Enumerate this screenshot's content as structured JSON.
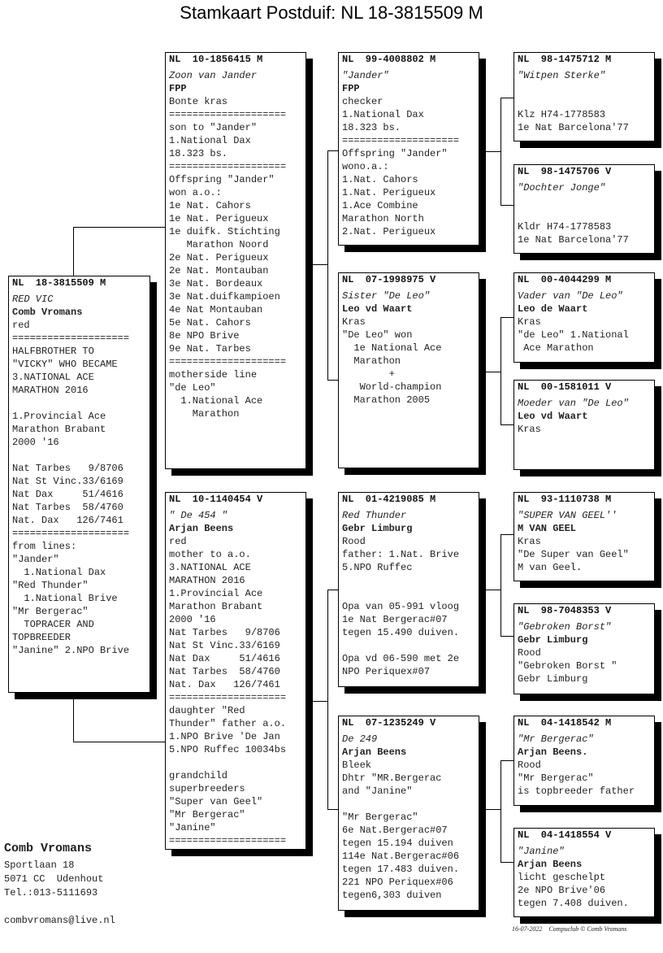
{
  "title": "Stamkaart Postduif: NL  18-3815509 M",
  "boxes": [
    {
      "ring": "NL  18-3815509 M",
      "name": "RED VIC",
      "owner": "Comb Vromans",
      "color": "red",
      "remarks": [
        "====================",
        "HALFBROTHER TO",
        "\"VICKY\" WHO BECAME",
        "3.NATIONAL ACE",
        "MARATHON 2016",
        "",
        "1.Provincial Ace",
        "Marathon Brabant",
        "2000 '16",
        "",
        "Nat Tarbes   9/8706",
        "Nat St Vinc.33/6169",
        "Nat Dax     51/4616",
        "Nat Tarbes  58/4760",
        "Nat. Dax   126/7461",
        "====================",
        "from lines:",
        "\"Jander\"",
        "  1.National Dax",
        "\"Red Thunder\"",
        "  1.National Brive",
        "\"Mr Bergerac\"",
        "  TOPRACER AND",
        "TOPBREEDER",
        "\"Janine\" 2.NPO Brive"
      ]
    },
    {
      "ring": "NL  10-1856415 M",
      "name": "Zoon van Jander",
      "owner": "FPP",
      "color": "Bonte kras",
      "remarks": [
        "====================",
        "son to \"Jander\"",
        "1.National Dax",
        "18.323 bs.",
        "====================",
        "Offspring \"Jander\"",
        "won a.o.:",
        "1e Nat. Cahors",
        "1e Nat. Perigueux",
        "1e duifk. Stichting",
        "   Marathon Noord",
        "2e Nat. Perigueux",
        "2e Nat. Montauban",
        "3e Nat. Bordeaux",
        "3e Nat.duifkampioen",
        "4e Nat Montauban",
        "5e Nat. Cahors",
        "8e NPO Brive",
        "9e Nat. Tarbes",
        "====================",
        "motherside line",
        "\"de Leo\"",
        "  1.National Ace",
        "    Marathon"
      ]
    },
    {
      "ring": "NL  10-1140454 V",
      "name": "\" De 454 \"",
      "owner": "Arjan Beens",
      "color": "red",
      "remarks": [
        "mother to a.o.",
        "3.NATIONAL ACE",
        "MARATHON 2016",
        "1.Provincial Ace",
        "Marathon Brabant",
        "2000 '16",
        "Nat Tarbes   9/8706",
        "Nat St Vinc.33/6169",
        "Nat Dax     51/4616",
        "Nat Tarbes  58/4760",
        "Nat. Dax   126/7461",
        "====================",
        "daughter \"Red",
        "Thunder\" father a.o.",
        "1.NPO Brive 'De Jan",
        "5.NPO Ruffec 10034bs",
        "",
        "grandchild",
        "superbreeders",
        "\"Super van Geel\"",
        "\"Mr Bergerac\"",
        "\"Janine\"",
        "===================="
      ]
    },
    {
      "ring": "NL  99-4008802 M",
      "name": "\"Jander\"",
      "owner": "FPP",
      "color": "checker",
      "remarks": [
        "1.National Dax",
        "18.323 bs.",
        "====================",
        "Offspring \"Jander\"",
        "wono.a.:",
        "1.Nat. Cahors",
        "1.Nat. Perigueux",
        "1.Ace Combine",
        "Marathon North",
        "2.Nat. Perigueux"
      ]
    },
    {
      "ring": "NL  07-1998975 V",
      "name": "Sister \"De Leo\"",
      "owner": "Leo vd Waart",
      "color": "Kras",
      "remarks": [
        "\"De Leo\" won",
        "  1e National Ace",
        "  Marathon",
        "        +",
        "   World-champion",
        "  Marathon 2005"
      ]
    },
    {
      "ring": "NL  01-4219085 M",
      "name": "Red Thunder",
      "owner": "Gebr Limburg",
      "color": "Rood",
      "remarks": [
        "father: 1.Nat. Brive",
        "5.NPO Ruffec",
        "",
        "",
        "Opa van 05-991 vloog",
        "1e Nat Bergerac#07",
        "tegen 15.490 duiven.",
        "",
        "Opa vd 06-590 met 2e",
        "NPO Periquex#07"
      ]
    },
    {
      "ring": "NL  07-1235249 V",
      "name": "De 249",
      "owner": "Arjan Beens",
      "color": "Bleek",
      "remarks": [
        "Dhtr \"MR.Bergerac",
        "and \"Janine\"",
        "",
        "\"Mr Bergerac\"",
        "6e Nat.Bergerac#07",
        "tegen 15.194 duiven",
        "114e Nat.Bergerac#06",
        "tegen 17.483 duiven.",
        "221 NPO Periquex#06",
        "tegen6,303 duiven"
      ]
    },
    {
      "ring": "NL  98-1475712 M",
      "name": "\"Witpen Sterke\"",
      "owner": "",
      "color": "",
      "remarks": [
        "Klz H74-1778583",
        "1e Nat Barcelona'77"
      ]
    },
    {
      "ring": "NL  98-1475706 V",
      "name": "\"Dochter Jonge\"",
      "owner": "",
      "color": "",
      "remarks": [
        "Kldr H74-1778583",
        "1e Nat Barcelona'77"
      ]
    },
    {
      "ring": "NL  00-4044299 M",
      "name": "Vader van \"De Leo\"",
      "owner": "Leo de Waart",
      "color": "Kras",
      "remarks": [
        "\"de Leo\" 1.National",
        " Ace Marathon"
      ]
    },
    {
      "ring": "NL  00-1581011 V",
      "name": "Moeder van \"De Leo\"",
      "owner": "Leo vd Waart",
      "color": "Kras",
      "remarks": []
    },
    {
      "ring": "NL  93-1110738 M",
      "name": "\"SUPER VAN GEEL''",
      "owner": "M VAN GEEL",
      "color": "Kras",
      "remarks": [
        "\"De Super van Geel\"",
        "M van Geel."
      ]
    },
    {
      "ring": "NL  98-7048353 V",
      "name": "\"Gebroken Borst\"",
      "owner": "Gebr Limburg",
      "color": "Rood",
      "remarks": [
        "\"Gebroken Borst \"",
        "Gebr Limburg"
      ]
    },
    {
      "ring": "NL  04-1418542 M",
      "name": "\"Mr Bergerac\"",
      "owner": "Arjan Beens.",
      "color": "Rood",
      "remarks": [
        "\"Mr Bergerac\"",
        "is topbreeder father"
      ]
    },
    {
      "ring": "NL  04-1418554 V",
      "name": "\"Janine\"",
      "owner": "Arjan Beens",
      "color": "licht geschelpt",
      "remarks": [
        "2e NPO Brive'06",
        "tegen 7.408 duiven."
      ]
    }
  ],
  "address": {
    "name": "Comb Vromans",
    "street": "Sportlaan 18",
    "city": "5071 CC  Udenhout",
    "phone": "Tel.:013-5111693",
    "email": "combvromans@live.nl"
  },
  "footer": "16-07-2022    Compuclub © Comb Vromans"
}
